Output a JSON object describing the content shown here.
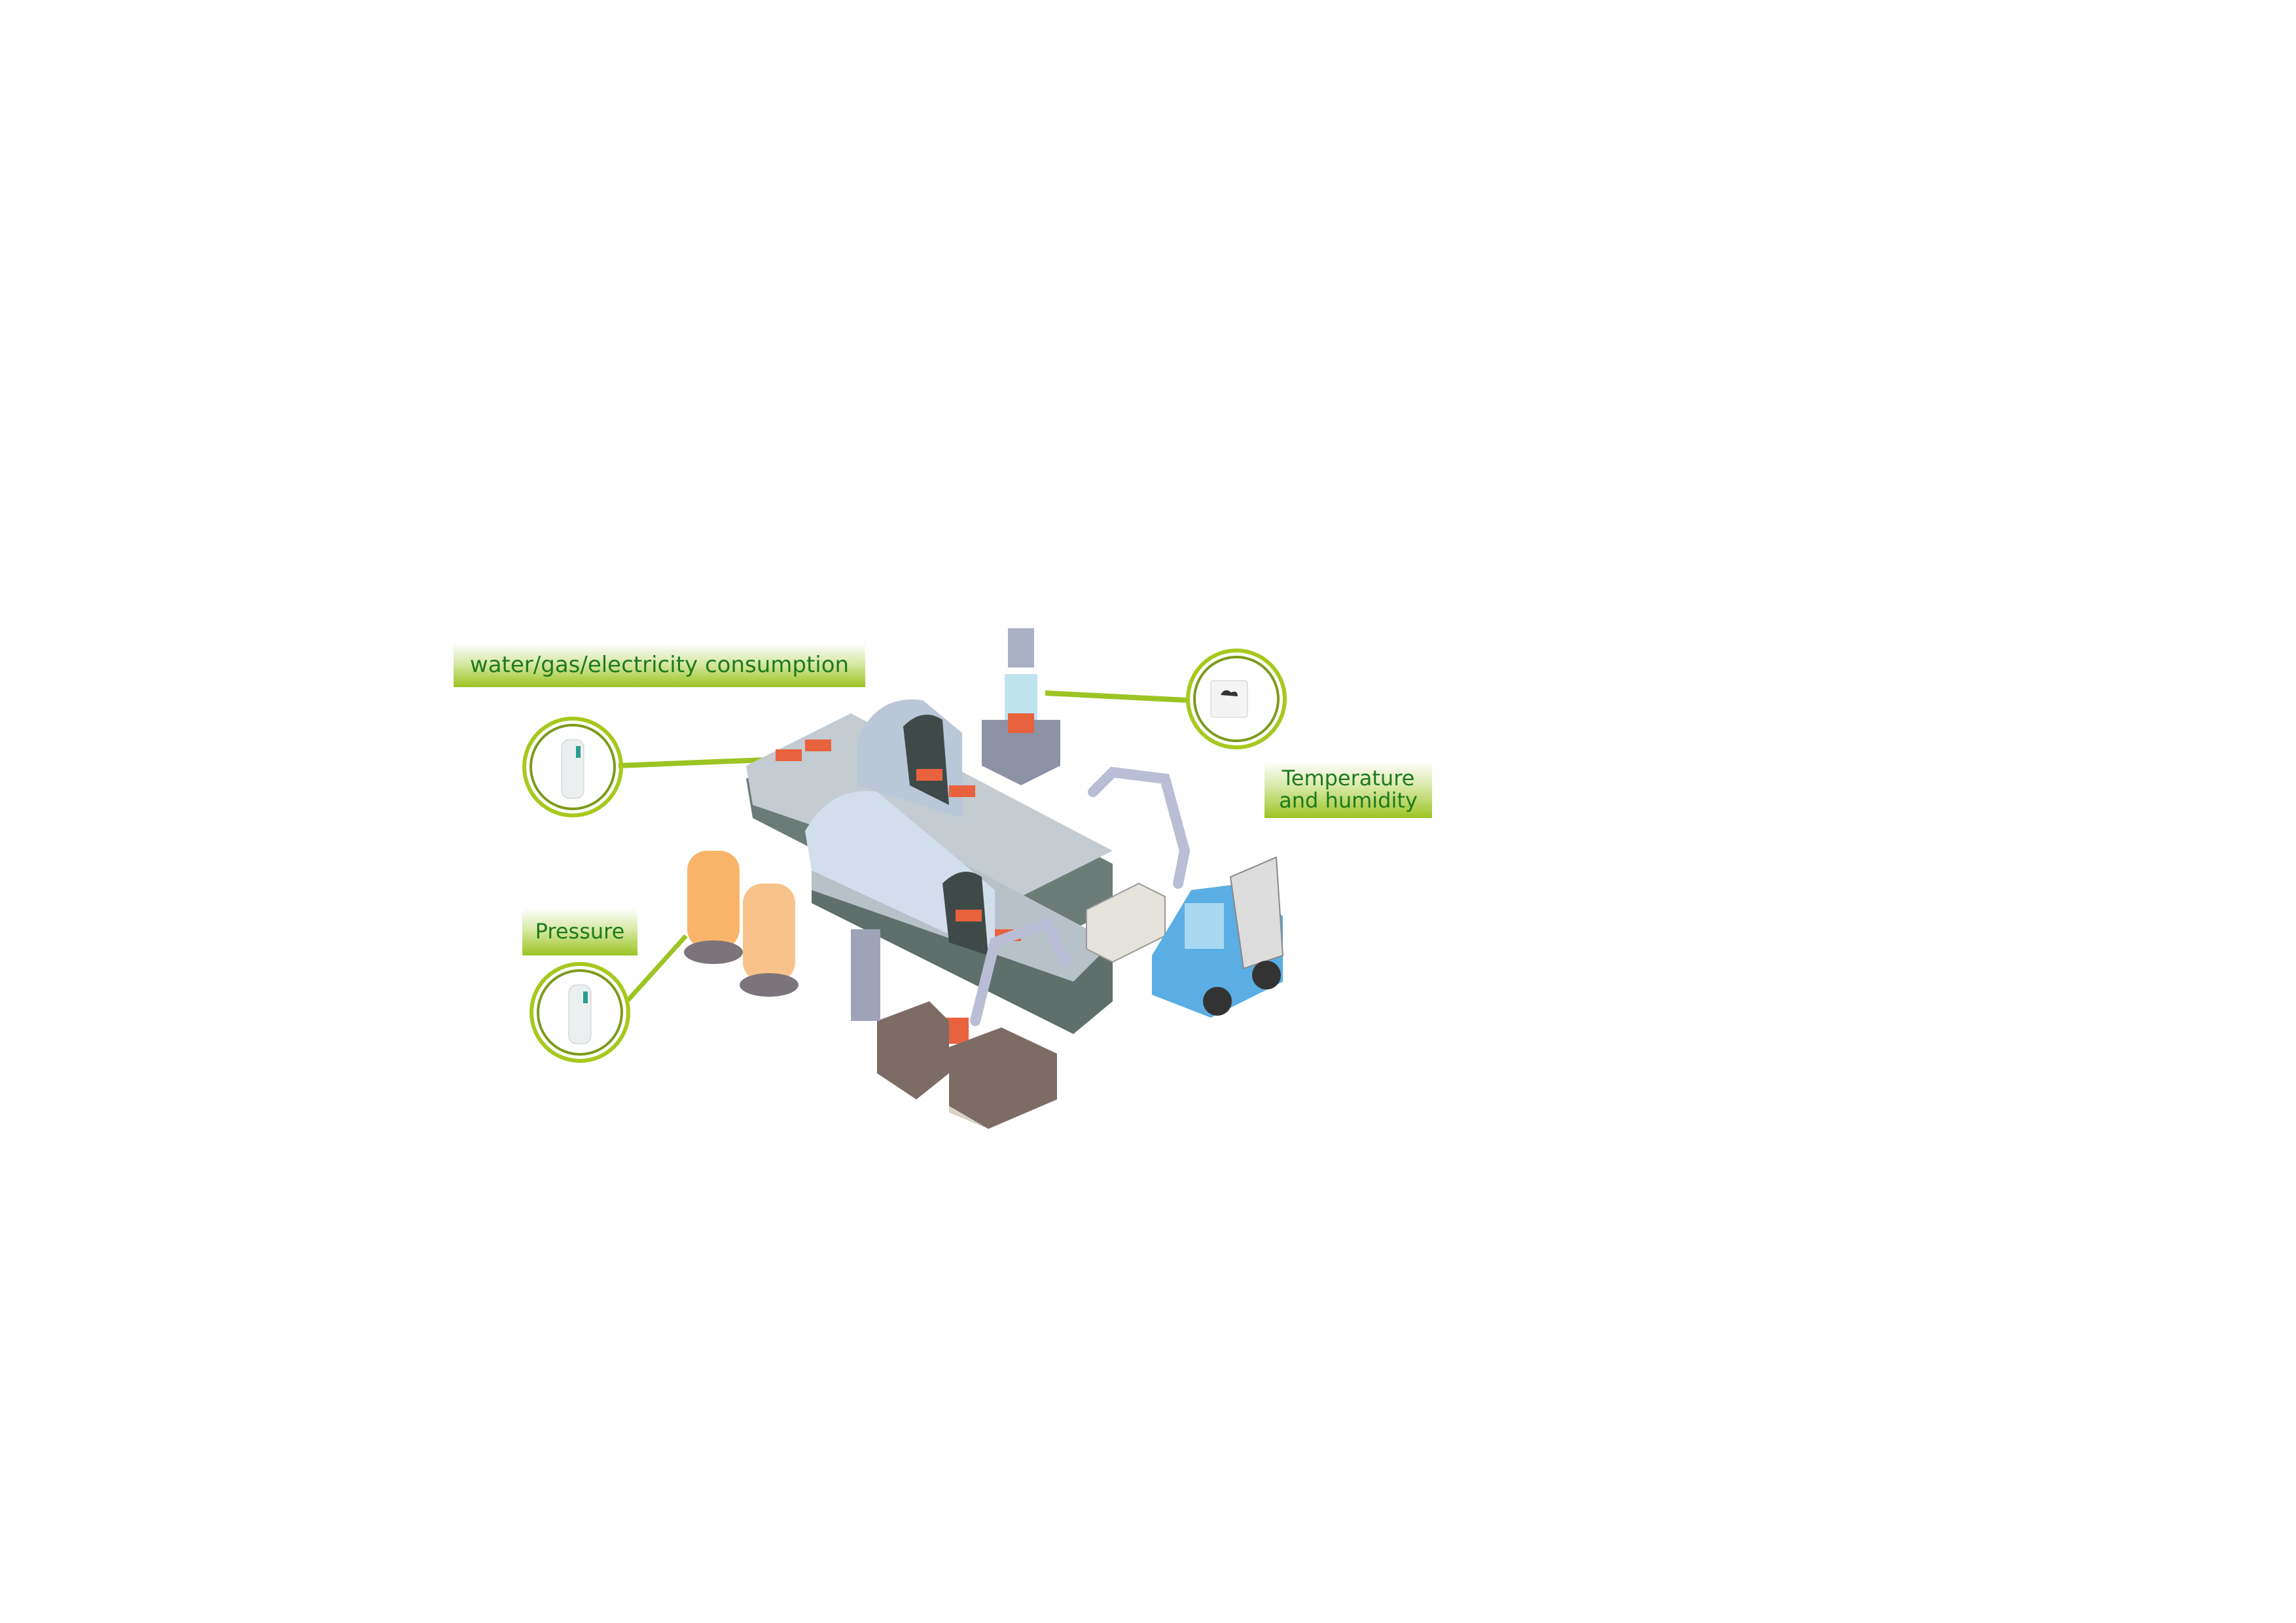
{
  "labels": {
    "consumption": "water/gas/electricity consumption",
    "temperature_line1": "Temperature",
    "temperature_line2": "and humidity",
    "pressure": "Pressure"
  },
  "colors": {
    "label_green": "#9cc423",
    "text_green": "#1f7a1f",
    "ring_green": "#a8c81e"
  }
}
